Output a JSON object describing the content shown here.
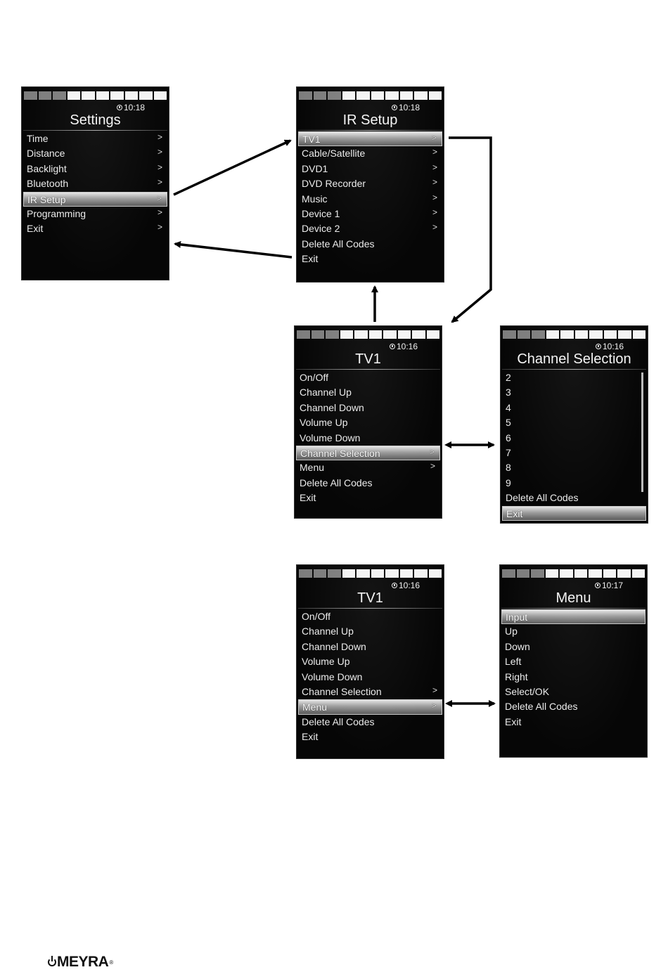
{
  "battery_segments": 10,
  "screens": [
    {
      "id": "settings",
      "title": "Settings",
      "time": "10:18",
      "lit_from": 3,
      "selected": 4,
      "items": [
        {
          "label": "Time",
          "chevron": true
        },
        {
          "label": "Distance",
          "chevron": true
        },
        {
          "label": "Backlight",
          "chevron": true
        },
        {
          "label": "Bluetooth",
          "chevron": true
        },
        {
          "label": "IR Setup",
          "chevron": true
        },
        {
          "label": "Programming",
          "chevron": true
        },
        {
          "label": "Exit",
          "chevron": true
        }
      ]
    },
    {
      "id": "ir-setup",
      "title": "IR Setup",
      "time": "10:18",
      "lit_from": 3,
      "selected": 0,
      "items": [
        {
          "label": "TV1",
          "chevron": true
        },
        {
          "label": "Cable/Satellite",
          "chevron": true
        },
        {
          "label": "DVD1",
          "chevron": true
        },
        {
          "label": "DVD Recorder",
          "chevron": true
        },
        {
          "label": "Music",
          "chevron": true
        },
        {
          "label": "Device 1",
          "chevron": true
        },
        {
          "label": "Device 2",
          "chevron": true
        },
        {
          "label": "Delete All Codes",
          "chevron": false
        },
        {
          "label": "Exit",
          "chevron": false
        }
      ]
    },
    {
      "id": "tv1-a",
      "title": "TV1",
      "time": "10:16",
      "lit_from": 3,
      "selected": 5,
      "items": [
        {
          "label": "On/Off",
          "chevron": false
        },
        {
          "label": "Channel Up",
          "chevron": false
        },
        {
          "label": "Channel Down",
          "chevron": false
        },
        {
          "label": "Volume Up",
          "chevron": false
        },
        {
          "label": "Volume Down",
          "chevron": false
        },
        {
          "label": "Channel Selection",
          "chevron": true
        },
        {
          "label": "Menu",
          "chevron": true
        },
        {
          "label": "Delete All Codes",
          "chevron": false
        },
        {
          "label": "Exit",
          "chevron": false
        }
      ]
    },
    {
      "id": "channel-selection",
      "title": "Channel Selection",
      "time": "10:16",
      "lit_from": 3,
      "selected": 9,
      "scrollbar": true,
      "items": [
        {
          "label": "2",
          "chevron": false
        },
        {
          "label": "3",
          "chevron": false
        },
        {
          "label": "4",
          "chevron": false
        },
        {
          "label": "5",
          "chevron": false
        },
        {
          "label": "6",
          "chevron": false
        },
        {
          "label": "7",
          "chevron": false
        },
        {
          "label": "8",
          "chevron": false
        },
        {
          "label": "9",
          "chevron": false
        },
        {
          "label": "Delete All Codes",
          "chevron": false
        },
        {
          "label": "Exit",
          "chevron": false
        }
      ]
    },
    {
      "id": "tv1-b",
      "title": "TV1",
      "time": "10:16",
      "lit_from": 3,
      "selected": 6,
      "items": [
        {
          "label": "On/Off",
          "chevron": false
        },
        {
          "label": "Channel Up",
          "chevron": false
        },
        {
          "label": "Channel Down",
          "chevron": false
        },
        {
          "label": "Volume Up",
          "chevron": false
        },
        {
          "label": "Volume Down",
          "chevron": false
        },
        {
          "label": "Channel Selection",
          "chevron": true
        },
        {
          "label": "Menu",
          "chevron": true
        },
        {
          "label": "Delete All Codes",
          "chevron": false
        },
        {
          "label": "Exit",
          "chevron": false
        }
      ]
    },
    {
      "id": "menu",
      "title": "Menu",
      "time": "10:17",
      "lit_from": 3,
      "selected": 0,
      "items": [
        {
          "label": "Input",
          "chevron": false
        },
        {
          "label": "Up",
          "chevron": false
        },
        {
          "label": "Down",
          "chevron": false
        },
        {
          "label": "Left",
          "chevron": false
        },
        {
          "label": "Right",
          "chevron": false
        },
        {
          "label": "Select/OK",
          "chevron": false
        },
        {
          "label": "Delete All Codes",
          "chevron": false
        },
        {
          "label": "Exit",
          "chevron": false
        }
      ]
    }
  ],
  "arrows": [
    {
      "from": "settings",
      "to": "ir-setup"
    },
    {
      "from": "ir-setup",
      "to": "settings"
    },
    {
      "from": "ir-setup",
      "to": "tv1-a"
    },
    {
      "from": "tv1-a",
      "to": "ir-setup"
    },
    {
      "from": "tv1-a",
      "to": "channel-selection",
      "bidirectional": true
    },
    {
      "from": "tv1-b",
      "to": "menu",
      "bidirectional": true
    }
  ],
  "chevron_glyph": ">",
  "logo": {
    "text": "MEYRA",
    "reg": "®"
  }
}
